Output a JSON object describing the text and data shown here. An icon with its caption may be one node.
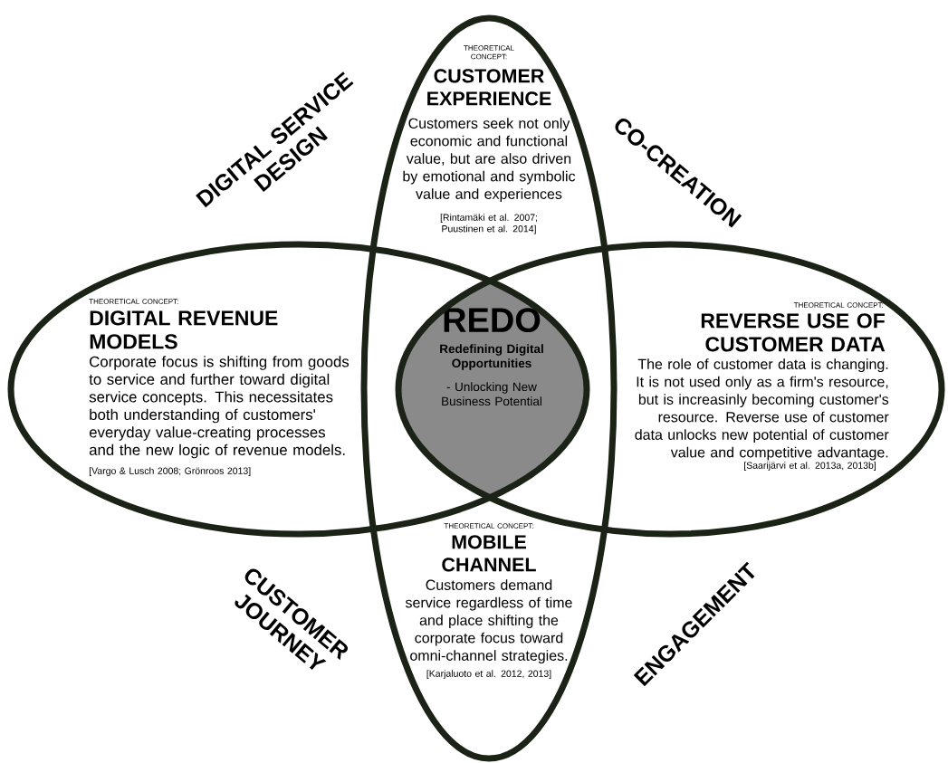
{
  "diagram": {
    "nodes": [
      {
        "text": [
          "THEORETICAL CONCEPT:",
          "CUSTOMER EXPERIENCE",
          "Customers seek not only economic and functional value, but are also driven by emotional and symbolic value and experiences",
          "[Rintamäki et al. 2007; Puustinen et al. 2014]"
        ]
      },
      {
        "text": [
          "THEORETICAL CONCEPT:",
          "DIGITAL REVENUE MODELS",
          "Corporate focus is shifting from goods to service and further toward digital service concepts. This necessitates both understanding of customers' everyday value-creating processes and the new logic of revenue models.",
          "[Vargo & Lusch 2008; Grönroos 2013]"
        ]
      },
      {
        "text": [
          "REDO",
          "Redefining Digital Opportunities",
          "- Unlocking New Business Potential"
        ]
      },
      {
        "text": [
          "THEORETICAL CONCEPT:",
          "REVERSE USE OF CUSTOMER DATA",
          "The role of customer data is changing. It is not used only as a firm's resource, but is increasinly becoming customer's resource. Reverse use of customer data unlocks new potential of customer value and competitive advantage.",
          "[Saarijärvi et al. 2013a, 2013b]"
        ]
      },
      {
        "text": [
          "THEORETICAL CONCEPT:",
          "MOBILE CHANNEL",
          "Customers demand service regardless of time and place shifting the corporate focus toward omni-channel strategies.",
          "[Karjaluoto et al. 2012, 2013]"
        ]
      }
    ],
    "labels": [
      "DIGITAL SERVICE DESIGN",
      "CO-CREATION",
      "CUSTOMER JOURNEY",
      "ENGAGEMENT"
    ]
  }
}
